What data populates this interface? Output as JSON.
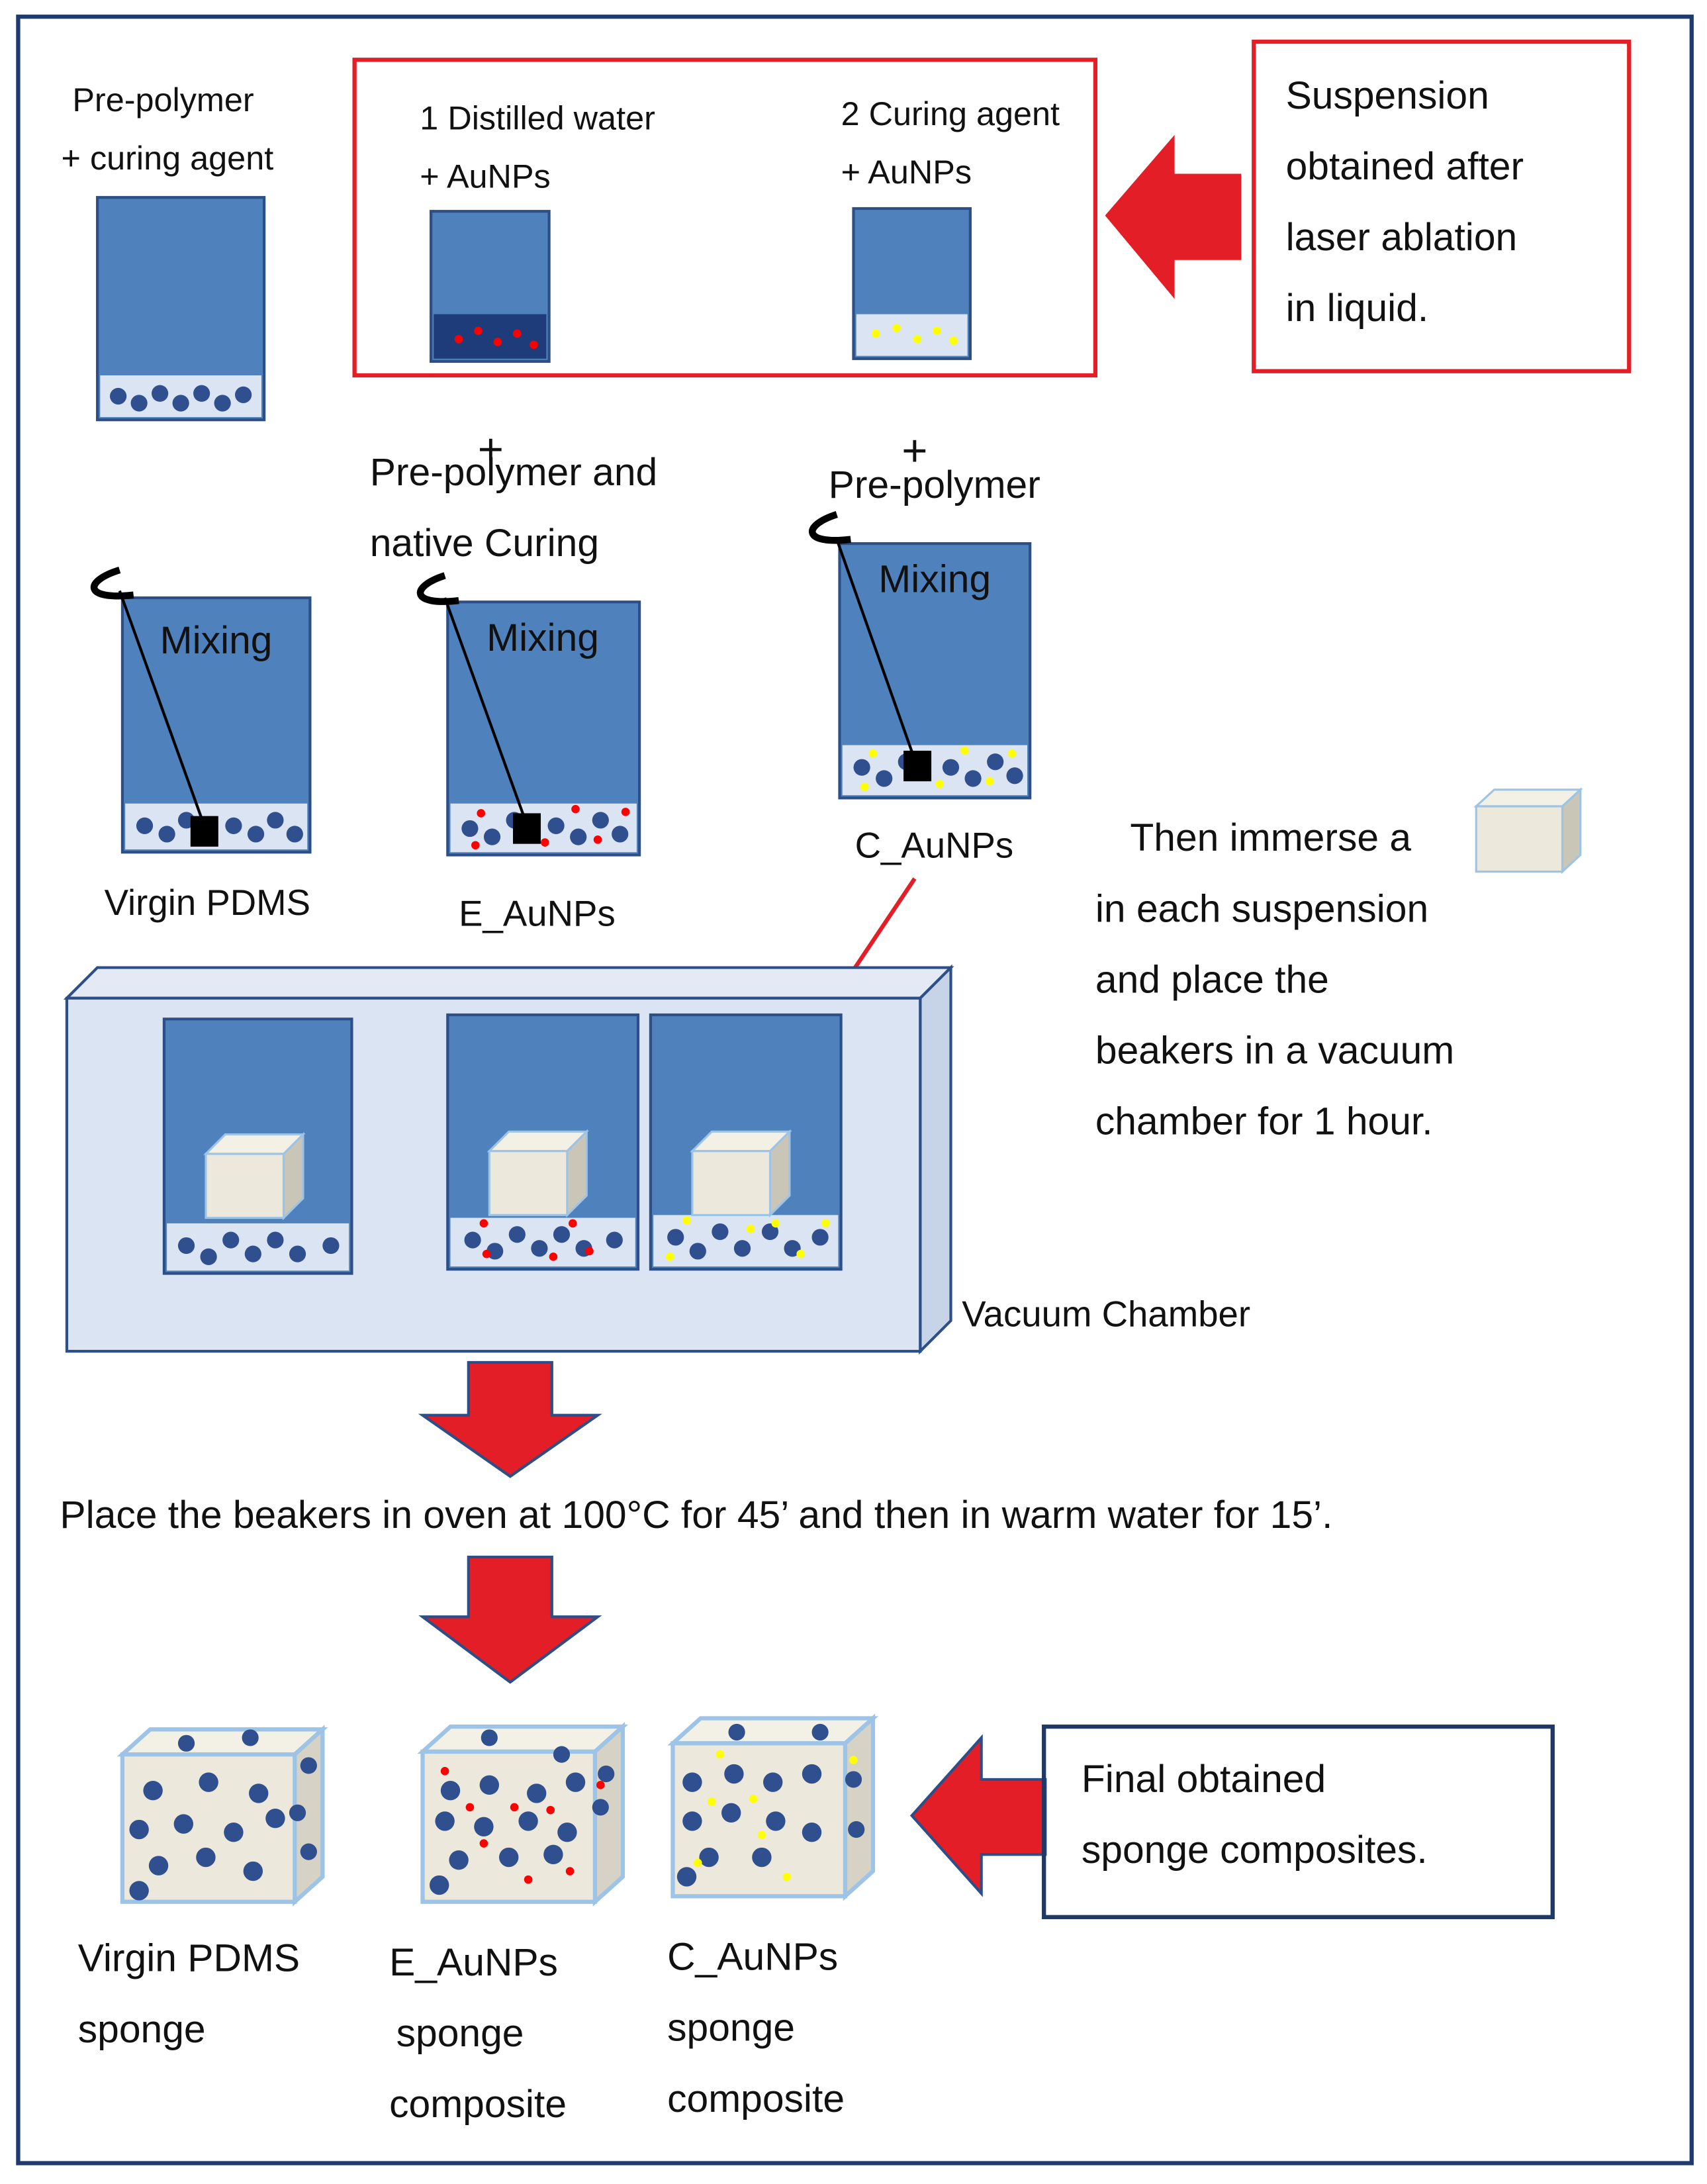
{
  "top": {
    "prepolymer_label": [
      "Pre-polymer",
      "+ curing agent"
    ],
    "option1_label": [
      "1 Distilled water",
      "+ AuNPs"
    ],
    "option2_label": [
      "2 Curing  agent",
      "+ AuNPs"
    ],
    "suspension_note": [
      "Suspension",
      "obtained after",
      "laser ablation",
      "in liquid."
    ]
  },
  "plus_sign": "+",
  "middle": {
    "add1_label": [
      "Pre-polymer and",
      "native Curing"
    ],
    "add2_label": "Pre-polymer",
    "mixing_label": "Mixing",
    "beaker_labels": [
      "Virgin PDMS",
      "E_AuNPs",
      "C_AuNPs"
    ]
  },
  "immerse_note": [
    "Then immerse a",
    "in each suspension",
    "and place the",
    "beakers in a vacuum",
    "chamber for 1 hour."
  ],
  "vacuum_label": "Vacuum Chamber",
  "oven_step": "Place the beakers in oven at 100°C for 45’ and then in warm water for 15’.",
  "final_note": [
    "Final obtained",
    "sponge composites."
  ],
  "sponge_labels": [
    [
      "Virgin PDMS",
      "sponge"
    ],
    [
      "E_AuNPs",
      "sponge",
      "composite"
    ],
    [
      "C_AuNPs",
      "sponge",
      "composite"
    ]
  ],
  "colors": {
    "beaker_blue": "#4f81bd",
    "liquid": "#dbe4f3",
    "bead": "#2f4f8f",
    "red_nanoparticle": "#ff0000",
    "yellow_nanoparticle": "#ffff00",
    "frame_red": "#e41e26",
    "frame_navy": "#1f3864",
    "cube": "#ece9dc"
  }
}
